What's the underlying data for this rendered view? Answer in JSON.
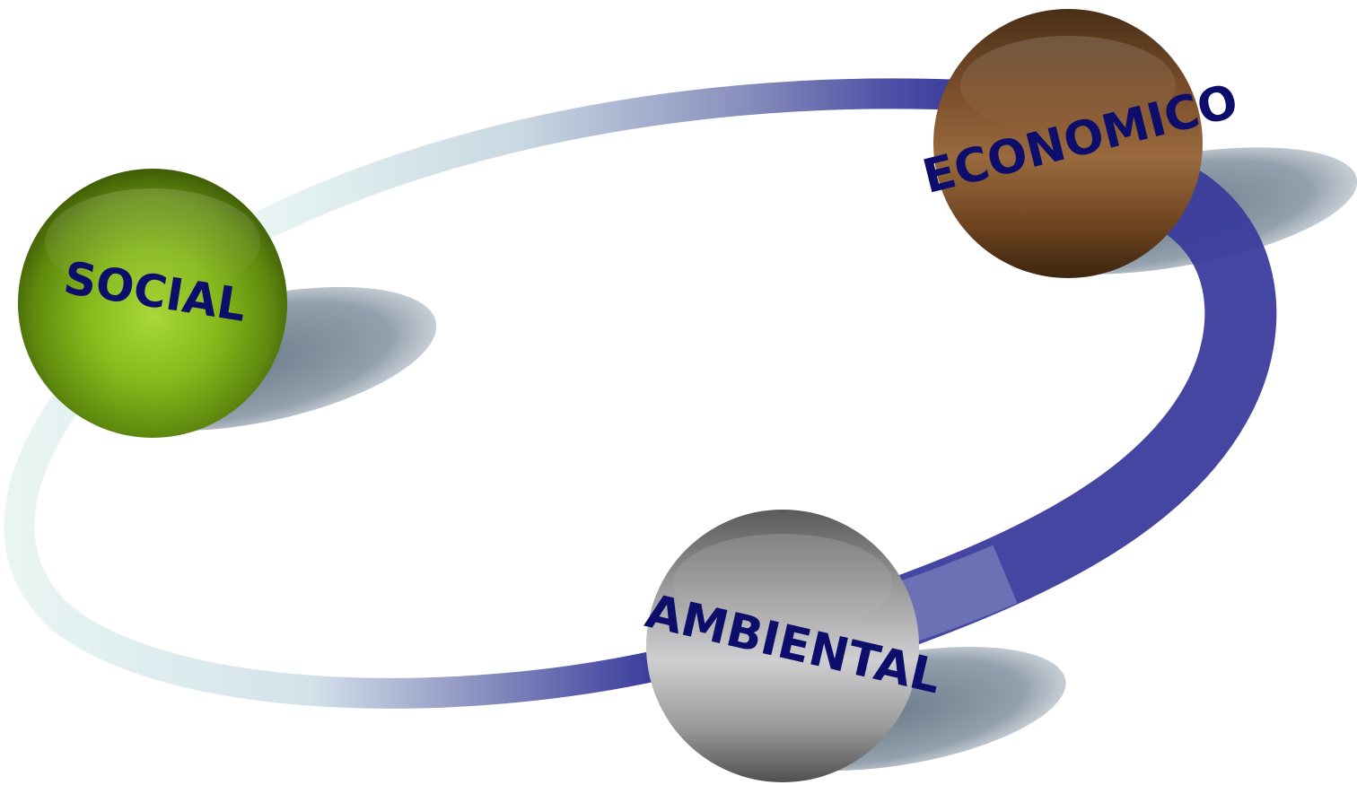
{
  "nodes": {
    "social": {
      "label": "SOCIAL",
      "color": "#8cbf1a"
    },
    "economico": {
      "label": "ECONOMICO",
      "color": "#8a5a32"
    },
    "ambiental": {
      "label": "AMBIENTAL",
      "color": "#a0a0a0"
    }
  },
  "colors": {
    "label": "#0d0d6b",
    "ring_light": "#e6f4f2",
    "ring_dark": "#2e2f96",
    "shadow": "#7e8c9a"
  }
}
